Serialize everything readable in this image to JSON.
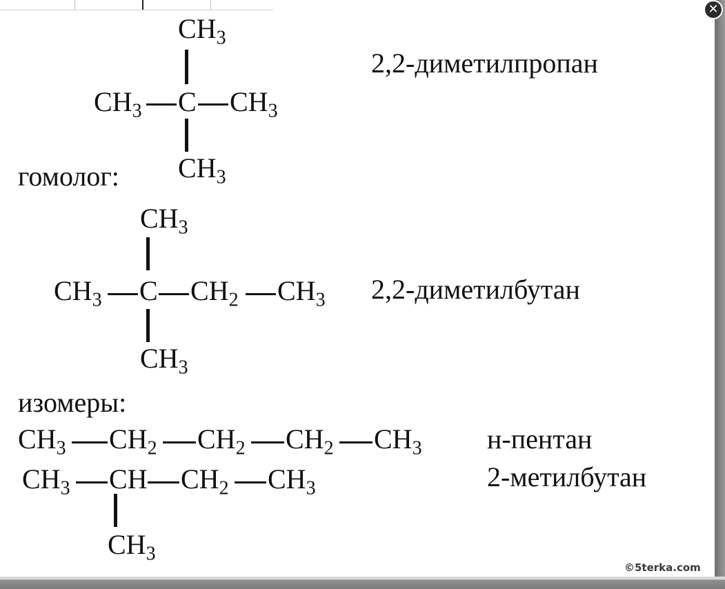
{
  "watermark": "©5terka.com",
  "close_icon": "close-icon",
  "names": {
    "dimethylpropane": "2,2-диметилпропан",
    "dimethylbutane": "2,2-диметилбутан",
    "npentane": "н-пентан",
    "methylbutane": "2-метилбутан"
  },
  "labels": {
    "homolog": "гомолог:",
    "isomers": "изомеры:"
  },
  "molecule1": {
    "top_group": "CH",
    "top_sub": "3",
    "left_group": "CH",
    "left_sub": "3",
    "center": "C",
    "right_group": "CH",
    "right_sub": "3",
    "bottom_group": "CH",
    "bottom_sub": "3"
  },
  "molecule2": {
    "top_group": "CH",
    "top_sub": "3",
    "chain": [
      {
        "g": "CH",
        "s": "3"
      },
      {
        "g": "C",
        "s": ""
      },
      {
        "g": "CH",
        "s": "2"
      },
      {
        "g": "CH",
        "s": "3"
      }
    ],
    "bottom_group": "CH",
    "bottom_sub": "3"
  },
  "molecule3": {
    "chain": [
      {
        "g": "CH",
        "s": "3"
      },
      {
        "g": "CH",
        "s": "2"
      },
      {
        "g": "CH",
        "s": "2"
      },
      {
        "g": "CH",
        "s": "2"
      },
      {
        "g": "CH",
        "s": "3"
      }
    ]
  },
  "molecule4": {
    "chain": [
      {
        "g": "CH",
        "s": "3"
      },
      {
        "g": "CH",
        "s": ""
      },
      {
        "g": "CH",
        "s": "2"
      },
      {
        "g": "CH",
        "s": "3"
      }
    ],
    "bottom_group": "CH",
    "bottom_sub": "3"
  }
}
